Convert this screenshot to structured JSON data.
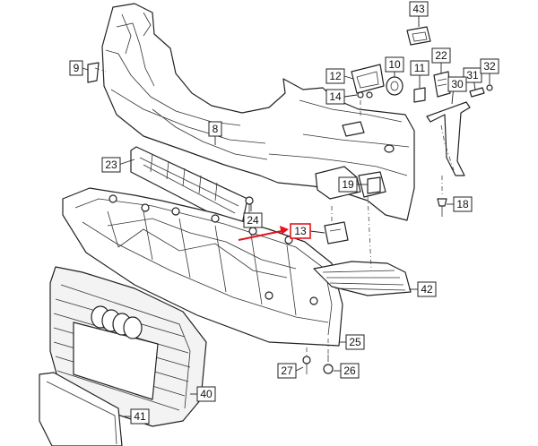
{
  "labels": {
    "p9": "9",
    "p8": "8",
    "p23": "23",
    "p24": "24",
    "p12": "12",
    "p10": "10",
    "p11": "11",
    "p22": "22",
    "p31": "31",
    "p32": "32",
    "p43": "43",
    "p14": "14",
    "p30": "30",
    "p19": "19",
    "p18": "18",
    "p13": "13",
    "p42": "42",
    "p25": "25",
    "p27": "27",
    "p26": "26",
    "p40": "40",
    "p41": "41"
  },
  "highlight": {
    "part": "13",
    "color": "#e3151d"
  }
}
